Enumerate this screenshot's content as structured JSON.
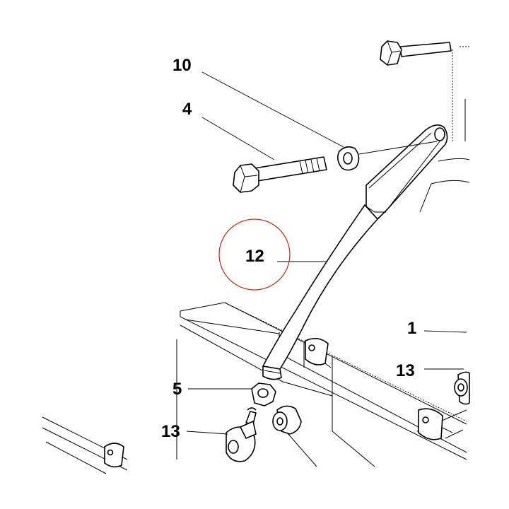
{
  "diagram": {
    "callouts": [
      {
        "id": "c10",
        "label": "10"
      },
      {
        "id": "c4",
        "label": "4"
      },
      {
        "id": "c12",
        "label": "12"
      },
      {
        "id": "c1",
        "label": "1"
      },
      {
        "id": "c13r",
        "label": "13"
      },
      {
        "id": "c5",
        "label": "5"
      },
      {
        "id": "c13l",
        "label": "13"
      }
    ],
    "highlight": {
      "label": "12",
      "color": "#c0392b"
    }
  },
  "colors": {
    "line": "#000000",
    "background": "#ffffff",
    "highlight_circle": "#c0392b"
  }
}
